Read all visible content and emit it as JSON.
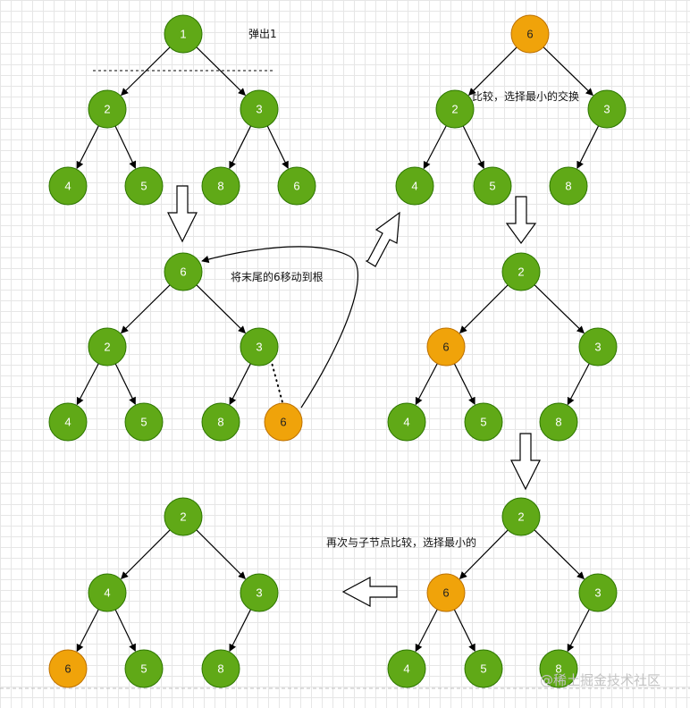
{
  "colors": {
    "green": "#60a917",
    "green_stroke": "#2d7600",
    "orange": "#f0a30a",
    "orange_stroke": "#bd7000"
  },
  "annotations": {
    "pop": "弹出1",
    "move_last": "将末尾的6移动到根",
    "compare_swap": "比较，选择最小的交换",
    "compare_again": "再次与子节点比较，选择最小的"
  },
  "watermark": "@稀土掘金技术社区",
  "trees": [
    {
      "id": "t1",
      "nodes": [
        {
          "label": "1",
          "color": "green"
        },
        {
          "label": "2",
          "color": "green"
        },
        {
          "label": "3",
          "color": "green"
        },
        {
          "label": "4",
          "color": "green"
        },
        {
          "label": "5",
          "color": "green"
        },
        {
          "label": "8",
          "color": "green"
        },
        {
          "label": "6",
          "color": "green"
        }
      ]
    },
    {
      "id": "t2",
      "nodes": [
        {
          "label": "6",
          "color": "green"
        },
        {
          "label": "2",
          "color": "green"
        },
        {
          "label": "3",
          "color": "green"
        },
        {
          "label": "4",
          "color": "green"
        },
        {
          "label": "5",
          "color": "green"
        },
        {
          "label": "8",
          "color": "green"
        },
        {
          "label": "6",
          "color": "orange"
        }
      ]
    },
    {
      "id": "t3",
      "nodes": [
        {
          "label": "6",
          "color": "orange"
        },
        {
          "label": "2",
          "color": "green"
        },
        {
          "label": "3",
          "color": "green"
        },
        {
          "label": "4",
          "color": "green"
        },
        {
          "label": "5",
          "color": "green"
        },
        {
          "label": "8",
          "color": "green"
        }
      ]
    },
    {
      "id": "t4",
      "nodes": [
        {
          "label": "2",
          "color": "green"
        },
        {
          "label": "6",
          "color": "orange"
        },
        {
          "label": "3",
          "color": "green"
        },
        {
          "label": "4",
          "color": "green"
        },
        {
          "label": "5",
          "color": "green"
        },
        {
          "label": "8",
          "color": "green"
        }
      ]
    },
    {
      "id": "t5",
      "nodes": [
        {
          "label": "2",
          "color": "green"
        },
        {
          "label": "6",
          "color": "orange"
        },
        {
          "label": "3",
          "color": "green"
        },
        {
          "label": "4",
          "color": "green"
        },
        {
          "label": "5",
          "color": "green"
        },
        {
          "label": "8",
          "color": "green"
        }
      ]
    },
    {
      "id": "t6",
      "nodes": [
        {
          "label": "2",
          "color": "green"
        },
        {
          "label": "4",
          "color": "green"
        },
        {
          "label": "3",
          "color": "green"
        },
        {
          "label": "6",
          "color": "orange"
        },
        {
          "label": "5",
          "color": "green"
        },
        {
          "label": "8",
          "color": "green"
        }
      ]
    }
  ]
}
